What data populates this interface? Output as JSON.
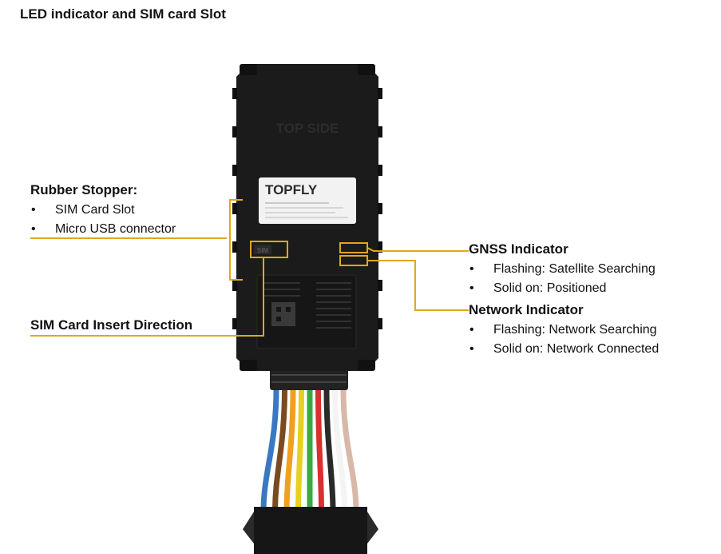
{
  "title": "LED indicator and SIM card Slot",
  "device": {
    "top_label": "TOP SIDE",
    "brand": "TOPFLY",
    "sim_label": "SIM",
    "colors": {
      "case": "#1b1b1b",
      "callout_line": "#e0a81a",
      "wires": [
        "#3a78c2",
        "#7a4a20",
        "#f0a020",
        "#e8d020",
        "#3aaa40",
        "#d83030",
        "#2a2a2a",
        "#f4f4f4",
        "#d8b8a8"
      ]
    }
  },
  "callouts": {
    "rubber": {
      "heading": "Rubber Stopper:",
      "items": [
        "SIM Card Slot",
        "Micro USB connector"
      ]
    },
    "sim_insert": {
      "heading": "SIM Card Insert Direction"
    },
    "gnss": {
      "heading": "GNSS Indicator",
      "items": [
        "Flashing: Satellite Searching",
        "Solid on: Positioned"
      ]
    },
    "network": {
      "heading": "Network Indicator",
      "items": [
        "Flashing: Network Searching",
        "Solid on: Network Connected"
      ]
    }
  }
}
